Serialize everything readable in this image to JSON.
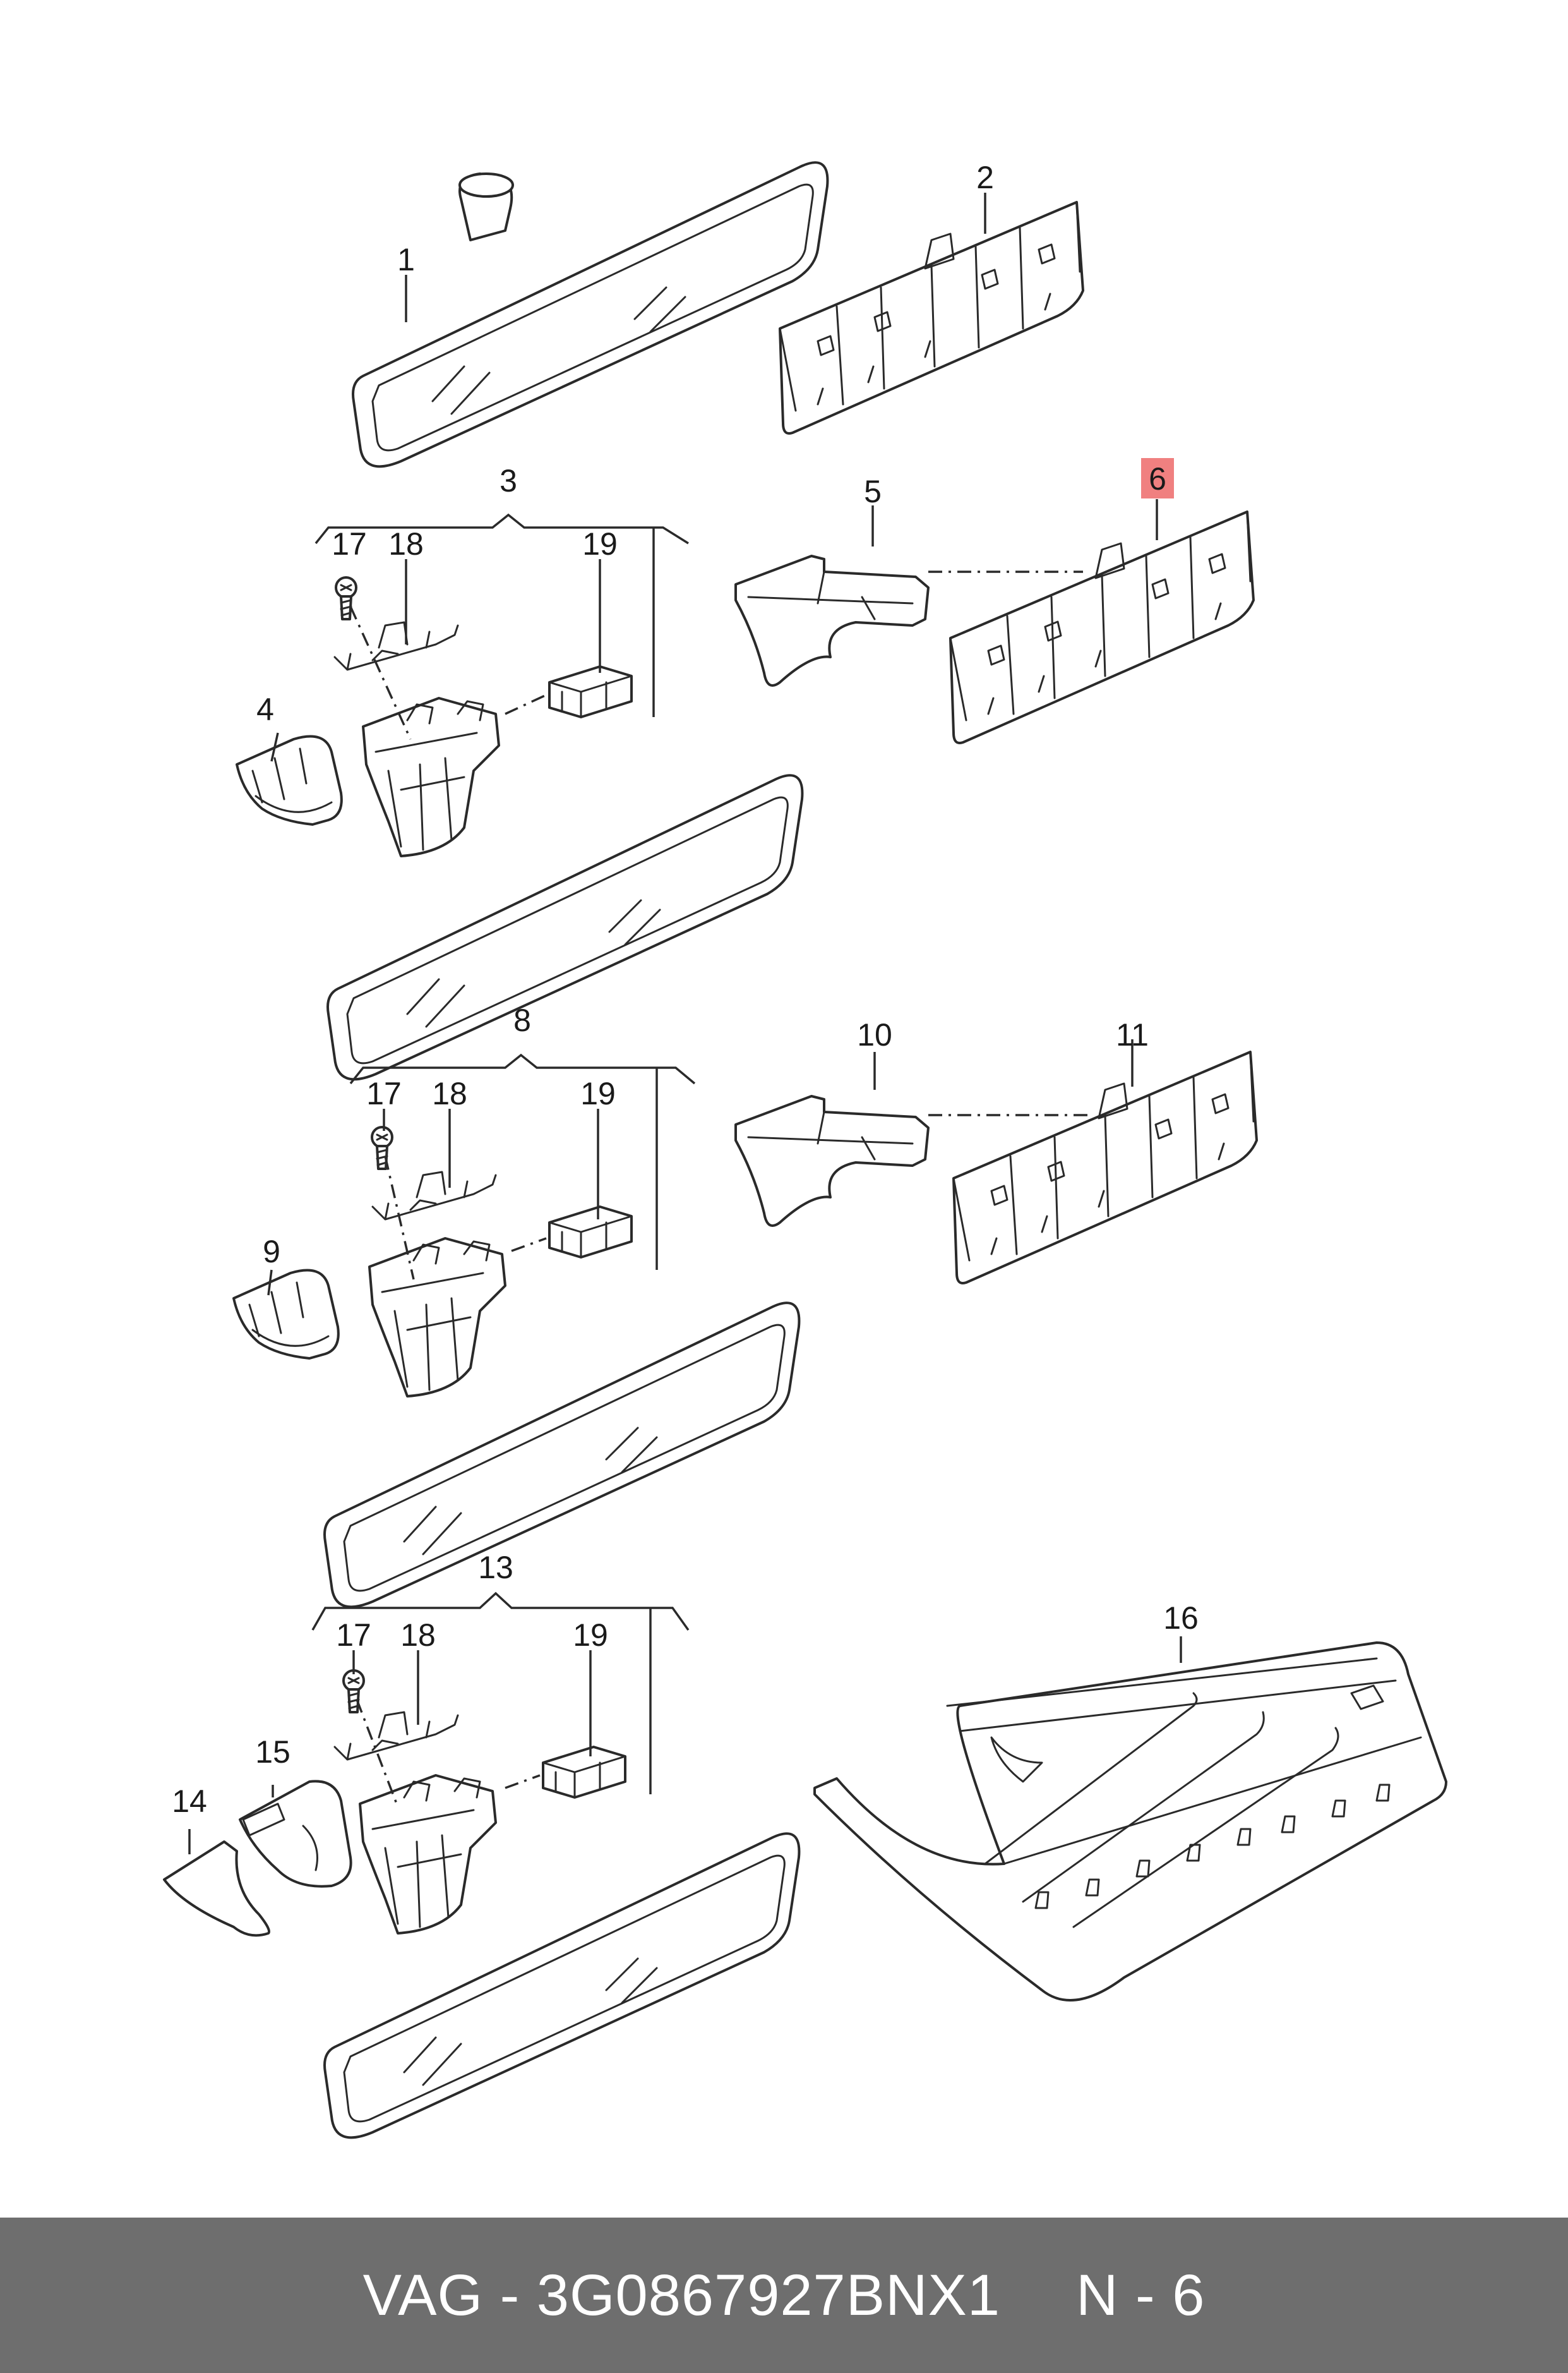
{
  "labels": {
    "p1": "1",
    "p2": "2",
    "p3": "3",
    "p4": "4",
    "p5": "5",
    "p6": "6",
    "p8": "8",
    "p9": "9",
    "p10": "10",
    "p11": "11",
    "p13": "13",
    "p14": "14",
    "p15": "15",
    "p16": "16",
    "g1_17": "17",
    "g1_18": "18",
    "g1_19": "19",
    "g2_17": "17",
    "g2_18": "18",
    "g2_19": "19",
    "g3_17": "17",
    "g3_18": "18",
    "g3_19": "19"
  },
  "highlight": {
    "part": "6",
    "color": "#f08080"
  },
  "footer": {
    "code": "VAG - 3G0867927BNX1",
    "page": "N - 6",
    "background": "#6e6e6e"
  }
}
